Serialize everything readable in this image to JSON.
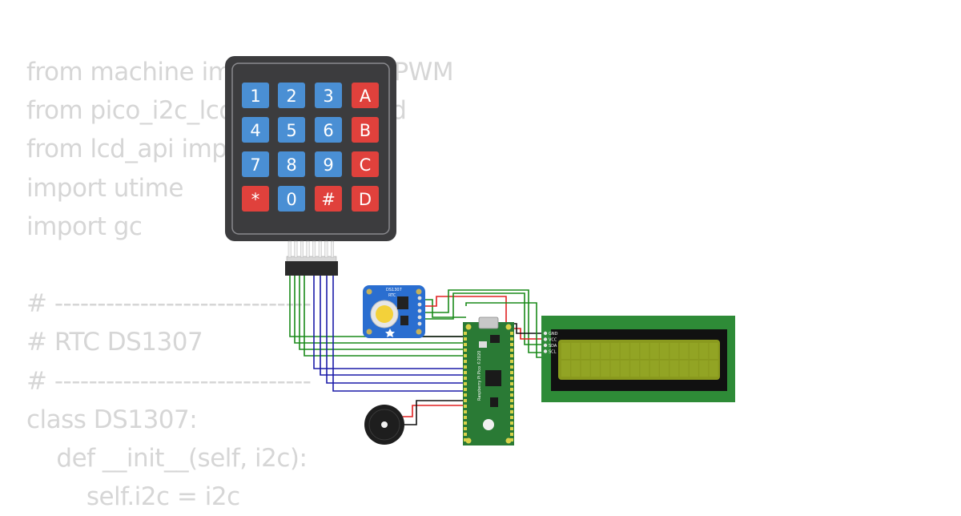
{
  "code_lines": [
    "from machine import Pin, I2C, PWM",
    "from pico_i2c_lcd import I2cLcd",
    "from lcd_api import LcdApi",
    "import utime",
    "import gc",
    "",
    "# ------------------------------",
    "# RTC DS1307",
    "# ------------------------------",
    "class DS1307:",
    "    def __init__(self, i2c):",
    "        self.i2c = i2c"
  ],
  "keypad": {
    "rows": [
      [
        {
          "label": "1",
          "kind": "digit"
        },
        {
          "label": "2",
          "kind": "digit"
        },
        {
          "label": "3",
          "kind": "digit"
        },
        {
          "label": "A",
          "kind": "func"
        }
      ],
      [
        {
          "label": "4",
          "kind": "digit"
        },
        {
          "label": "5",
          "kind": "digit"
        },
        {
          "label": "6",
          "kind": "digit"
        },
        {
          "label": "B",
          "kind": "func"
        }
      ],
      [
        {
          "label": "7",
          "kind": "digit"
        },
        {
          "label": "8",
          "kind": "digit"
        },
        {
          "label": "9",
          "kind": "digit"
        },
        {
          "label": "C",
          "kind": "func"
        }
      ],
      [
        {
          "label": "*",
          "kind": "func"
        },
        {
          "label": "0",
          "kind": "digit"
        },
        {
          "label": "#",
          "kind": "func"
        },
        {
          "label": "D",
          "kind": "func"
        }
      ]
    ],
    "colors": {
      "body": "#3c3c3e",
      "digit": "#4a8fd4",
      "func": "#e0413c"
    }
  },
  "rtc": {
    "label": "RTC",
    "chip": "DS1307"
  },
  "pico": {
    "label": "Raspberry Pi Pico ©2020"
  },
  "lcd": {
    "pins": [
      "GND",
      "VCC",
      "SDA",
      "SCL"
    ],
    "colors": {
      "pcb": "#2e8b37",
      "screen": "#8a9a1e"
    }
  },
  "wire_colors": {
    "green": "#1a8a1a",
    "blue": "#1c1ca8",
    "red": "#e02020",
    "black": "#111111"
  }
}
